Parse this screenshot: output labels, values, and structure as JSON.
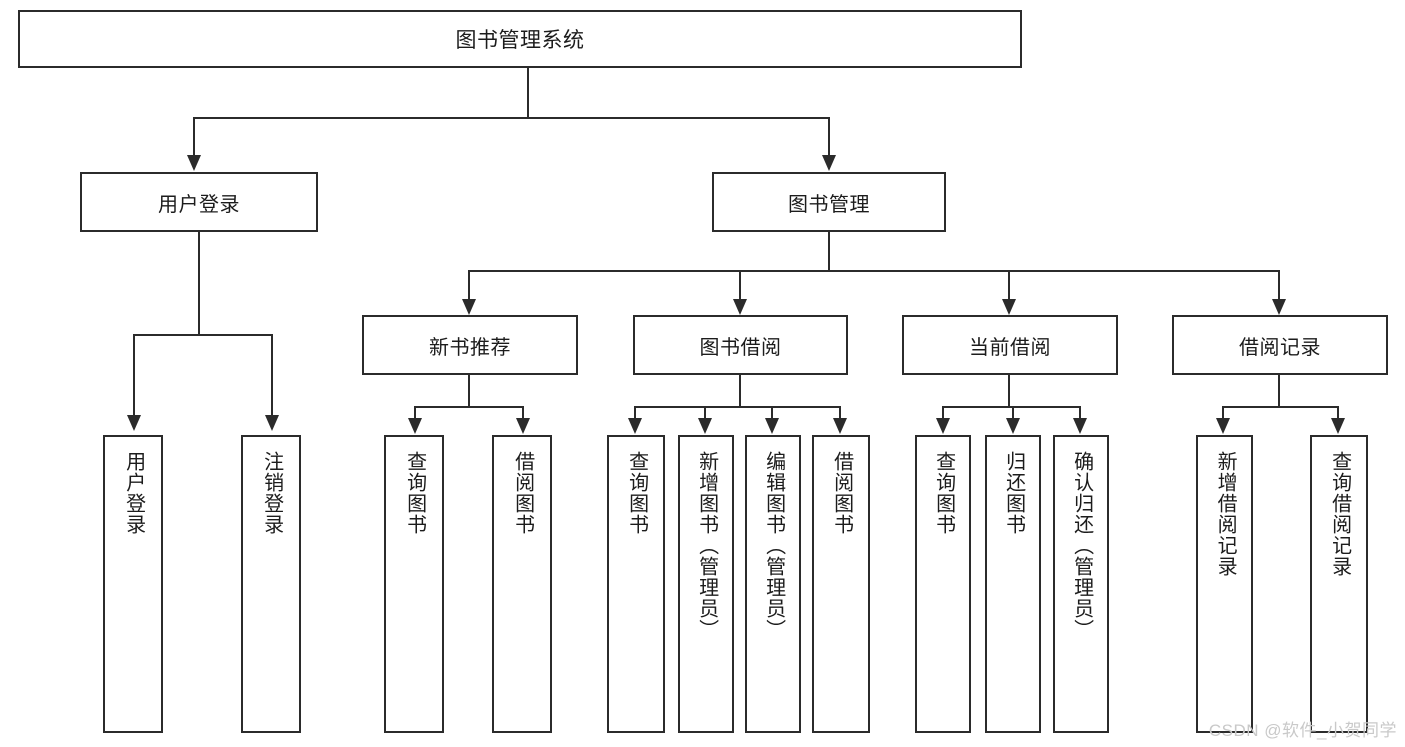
{
  "diagram": {
    "title": "图书管理系统",
    "type": "hierarchy-tree",
    "watermark": "CSDN @软件_小贺同学",
    "colors": {
      "stroke": "#2b2b2b",
      "text": "#1c1c1c",
      "background": "#ffffff",
      "watermark": "#c9c9c9"
    },
    "root": {
      "label": "图书管理系统"
    },
    "level2": [
      {
        "label": "用户登录"
      },
      {
        "label": "图书管理"
      }
    ],
    "level3": [
      {
        "label": "新书推荐"
      },
      {
        "label": "图书借阅"
      },
      {
        "label": "当前借阅"
      },
      {
        "label": "借阅记录"
      }
    ],
    "leaves": {
      "user_login": [
        {
          "label": "用户登录"
        },
        {
          "label": "注销登录"
        }
      ],
      "new_book_recommend": [
        {
          "label": "查询图书"
        },
        {
          "label": "借阅图书"
        }
      ],
      "book_borrow": [
        {
          "label": "查询图书"
        },
        {
          "label": "新增图书（管理员）"
        },
        {
          "label": "编辑图书（管理员）"
        },
        {
          "label": "借阅图书"
        }
      ],
      "current_borrow": [
        {
          "label": "查询图书"
        },
        {
          "label": "归还图书"
        },
        {
          "label": "确认归还（管理员）"
        }
      ],
      "borrow_record": [
        {
          "label": "新增借阅记录"
        },
        {
          "label": "查询借阅记录"
        }
      ]
    }
  }
}
